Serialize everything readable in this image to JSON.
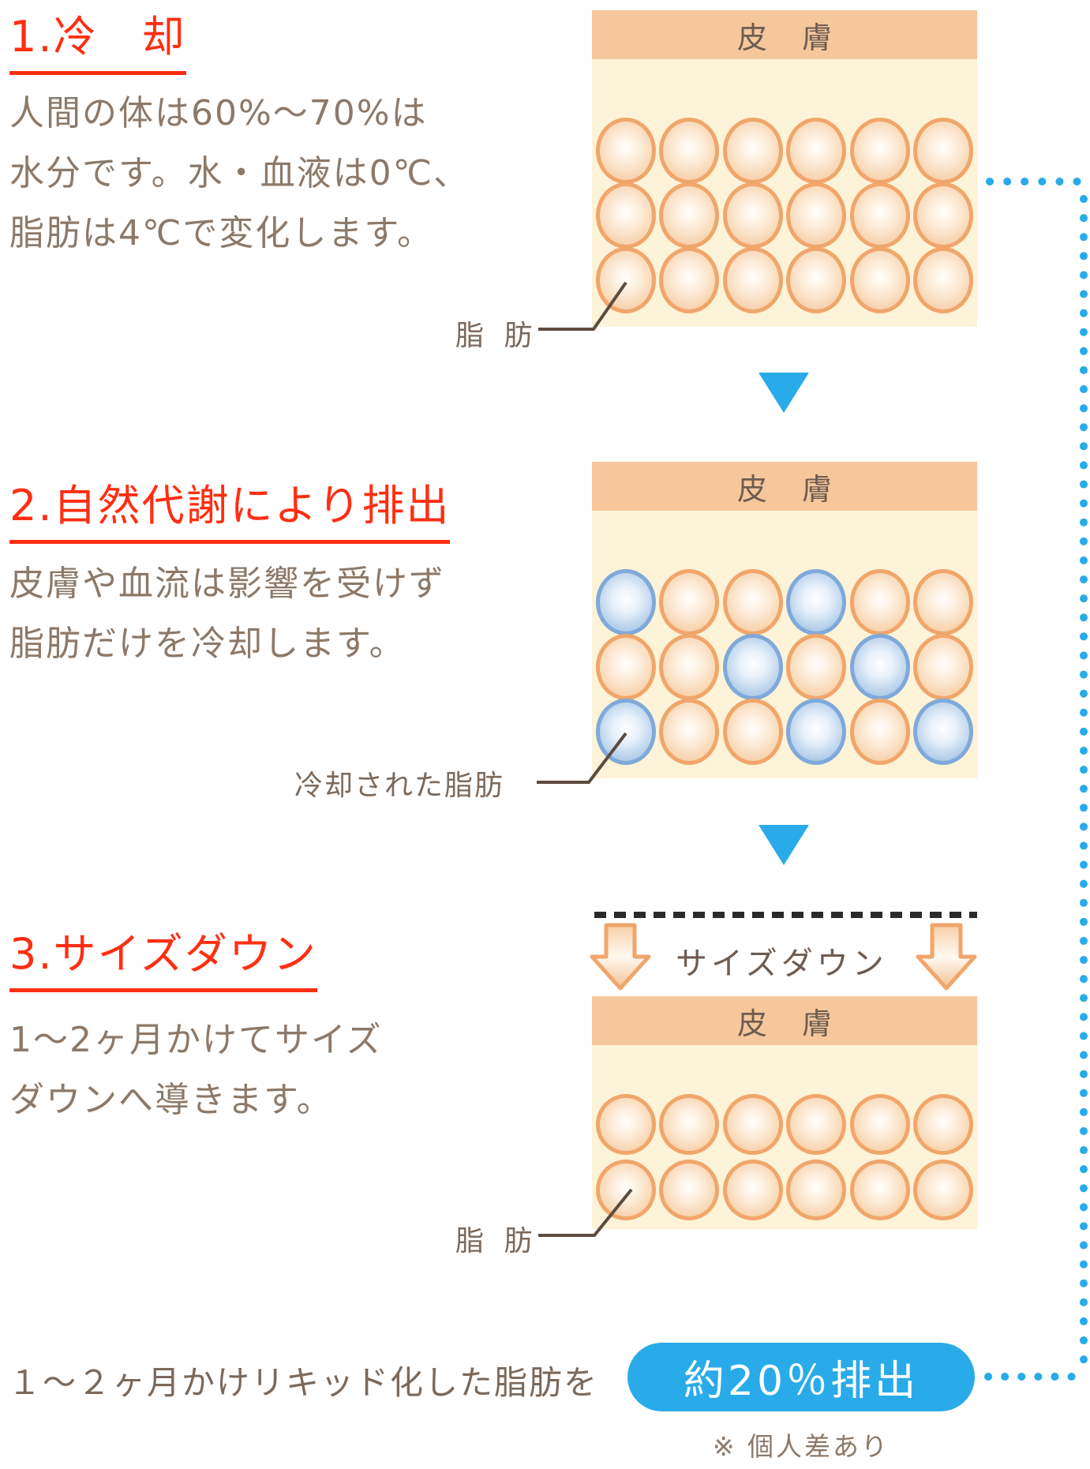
{
  "palette": {
    "accent_red": "#ff2e12",
    "body_text": "#8c7969",
    "label_text": "#7b695b",
    "skin_band": "#f6c79c",
    "box_background": "#fcf3d8",
    "fat_cell_ring": "#f0a66b",
    "cooled_cell_ring": "#7fa9d9",
    "blue_accent": "#29abe9",
    "dashed_line": "#2a2a2a",
    "leader_line": "#5d4b3e"
  },
  "sections": [
    {
      "heading": "1.冷　却",
      "body_lines": [
        "人間の体は60%〜70%は",
        "水分です。水・血液は0℃、",
        "脂肪は4℃で変化します。"
      ],
      "callout_label": "脂 肪"
    },
    {
      "heading": "2.自然代謝により排出",
      "body_lines": [
        "皮膚や血流は影響を受けず",
        "脂肪だけを冷却します。"
      ],
      "callout_label": "冷却された脂肪"
    },
    {
      "heading": "3.サイズダウン",
      "body_lines": [
        "1〜2ヶ月かけてサイズ",
        "ダウンへ導きます。"
      ],
      "callout_label": "脂 肪"
    }
  ],
  "diagrams": [
    {
      "skin_label": "皮 膚",
      "rows": [
        [
          "orange",
          "orange",
          "orange",
          "orange",
          "orange",
          "orange"
        ],
        [
          "orange",
          "orange",
          "orange",
          "orange",
          "orange",
          "orange"
        ],
        [
          "orange",
          "orange",
          "orange",
          "orange",
          "orange",
          "orange"
        ]
      ]
    },
    {
      "skin_label": "皮 膚",
      "rows": [
        [
          "blue",
          "orange",
          "orange",
          "blue",
          "orange",
          "orange"
        ],
        [
          "orange",
          "orange",
          "blue",
          "orange",
          "blue",
          "orange"
        ],
        [
          "blue",
          "orange",
          "orange",
          "blue",
          "orange",
          "blue"
        ]
      ]
    },
    {
      "skin_label": "皮 膚",
      "size_down_label": "サイズダウン",
      "rows": [
        [
          "orange",
          "orange",
          "orange",
          "orange",
          "orange",
          "orange"
        ],
        [
          "orange",
          "orange",
          "orange",
          "orange",
          "orange",
          "orange"
        ]
      ]
    }
  ],
  "footer": {
    "lead_text": "１〜２ヶ月かけリキッド化した脂肪を",
    "badge_text": "約20％排出",
    "note_text": "※ 個人差あり"
  }
}
